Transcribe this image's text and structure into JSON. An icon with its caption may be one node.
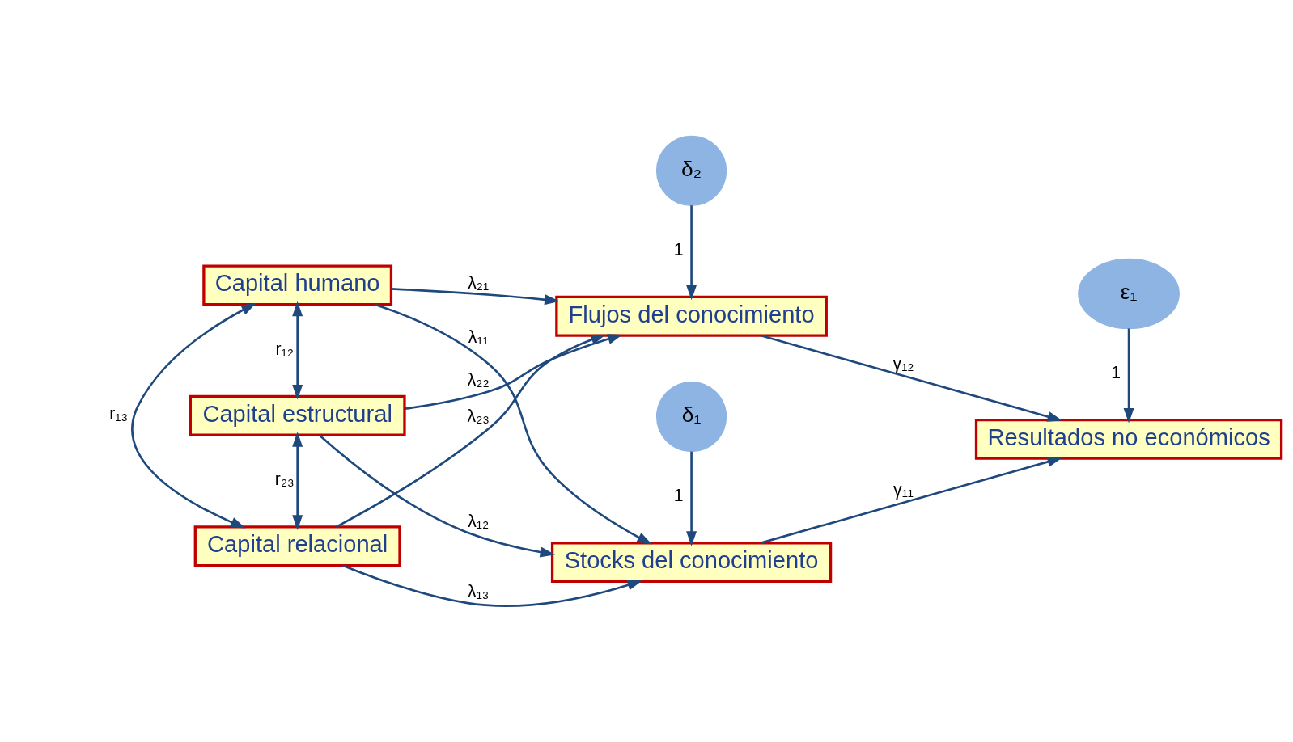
{
  "diagram": {
    "nodes": [
      {
        "text": [
          "Capital humano"
        ]
      },
      {
        "text": [
          "Capital estructural"
        ]
      },
      {
        "text": [
          "Capital relacional"
        ]
      },
      {
        "text": [
          "δ₁"
        ]
      },
      {
        "text": [
          "Stocks del conocimiento"
        ]
      },
      {
        "text": [
          "Flujos del conocimiento"
        ]
      },
      {
        "text": [
          "δ₂"
        ]
      },
      {
        "text": [
          "Resultados no económicos"
        ]
      },
      {
        "text": [
          "ε₁"
        ]
      }
    ],
    "edges": [
      {
        "from": 0,
        "to": 4,
        "arrow": "to",
        "label": "λ₁₁"
      },
      {
        "from": 0,
        "to": 5,
        "arrow": "to",
        "label": "λ₂₁"
      },
      {
        "from": 1,
        "to": 4,
        "arrow": "to",
        "label": "λ₁₂"
      },
      {
        "from": 1,
        "to": 5,
        "arrow": "to",
        "label": "λ₂₂"
      },
      {
        "from": 2,
        "to": 4,
        "arrow": "to",
        "label": "λ₁₃"
      },
      {
        "from": 2,
        "to": 5,
        "arrow": "to",
        "label": "λ₂₃"
      },
      {
        "from": 3,
        "to": 4,
        "arrow": "to",
        "label": "1"
      },
      {
        "from": 6,
        "to": 5,
        "arrow": "to",
        "label": "1"
      },
      {
        "from": 4,
        "to": 7,
        "arrow": "to",
        "label": "γ₁₁"
      },
      {
        "from": 5,
        "to": 7,
        "arrow": "to",
        "label": "γ₁₂"
      },
      {
        "from": 8,
        "to": 7,
        "arrow": "to",
        "label": "1"
      },
      {
        "from": 0,
        "to": 1,
        "arrow": "both",
        "label": "r₁₂"
      },
      {
        "from": 1,
        "to": 2,
        "arrow": "both",
        "label": "r₂₃"
      },
      {
        "from": 0,
        "to": 2,
        "arrow": "both",
        "label": "r₁₃"
      }
    ]
  }
}
